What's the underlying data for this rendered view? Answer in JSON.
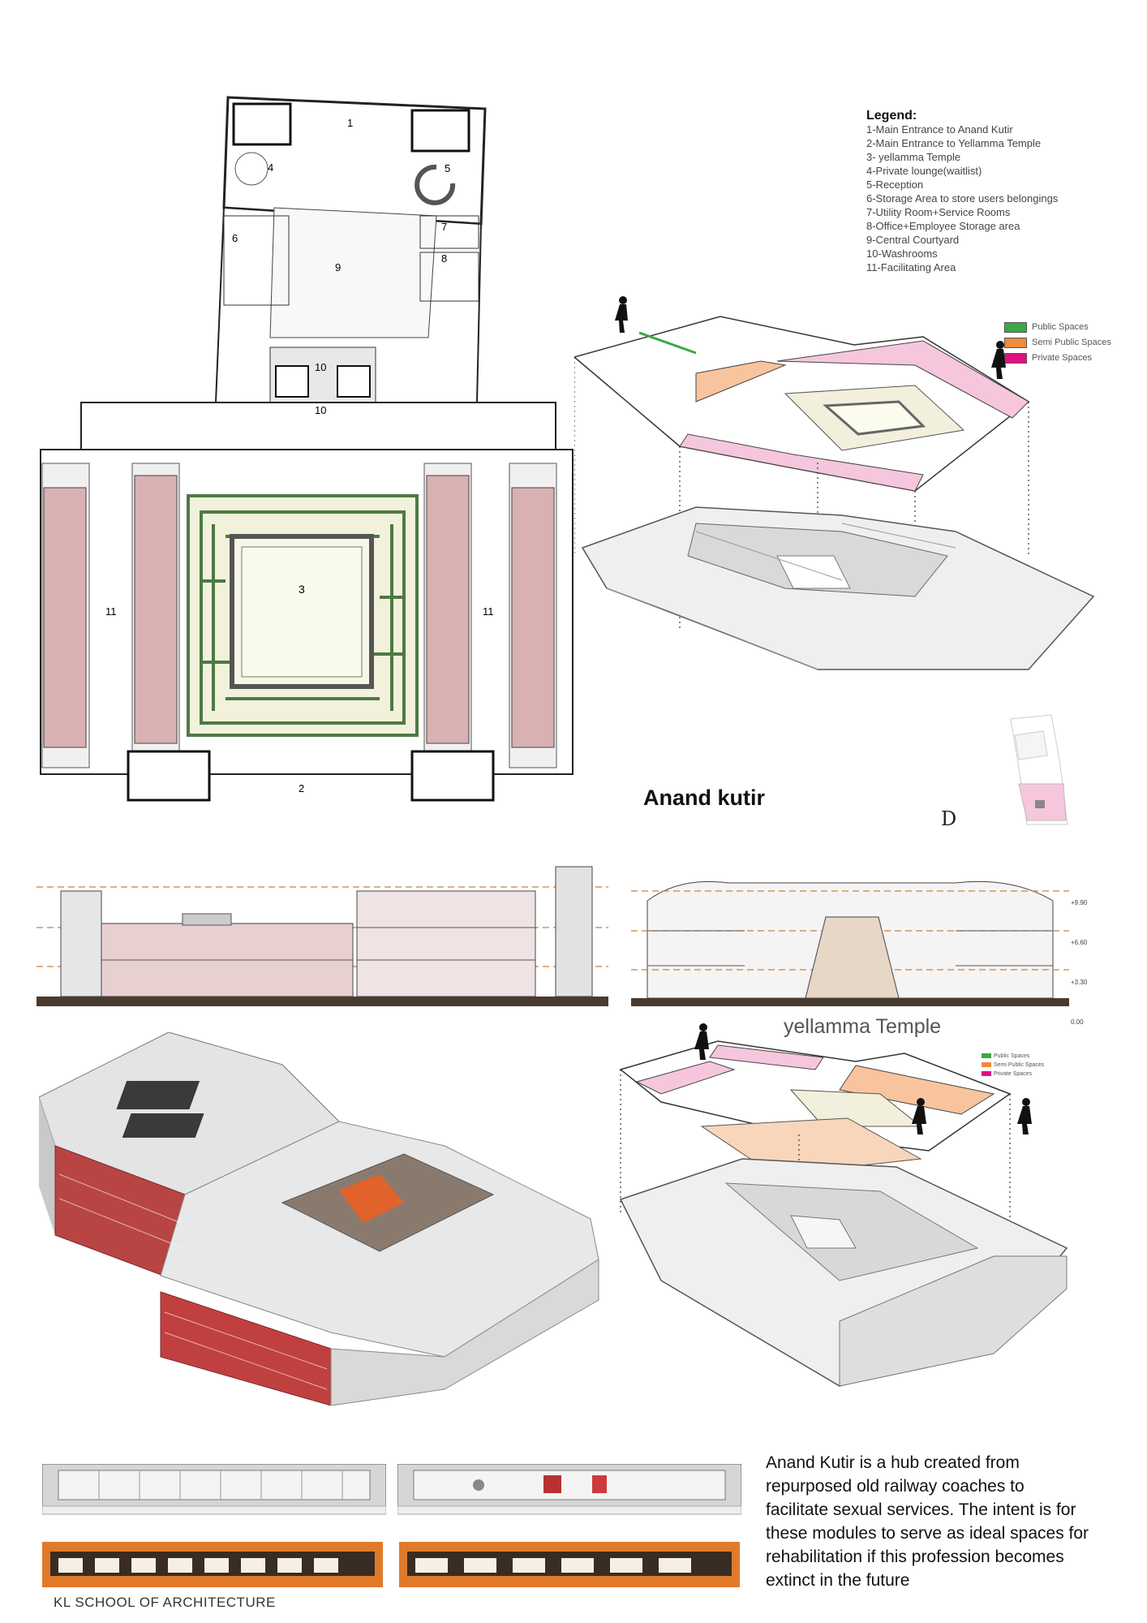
{
  "legend": {
    "title": "Legend:",
    "items": [
      "1-Main Entrance to Anand Kutir",
      "2-Main Entrance to Yellamma Temple",
      "3- yellamma Temple",
      "4-Private lounge(waitlist)",
      "5-Reception",
      "6-Storage Area to store users belongings",
      "7-Utility Room+Service Rooms",
      "8-Office+Employee Storage area",
      "9-Central Courtyard",
      "10-Washrooms",
      "11-Facilitating Area"
    ]
  },
  "zones": [
    {
      "label": "Public Spaces",
      "color": "#3aa845"
    },
    {
      "label": "Semi Public Spaces",
      "color": "#f08a3c"
    },
    {
      "label": "Private Spaces",
      "color": "#e0117f"
    }
  ],
  "plan_labels": {
    "n1": "1",
    "n2": "2",
    "n3": "3",
    "n4": "4",
    "n5": "5",
    "n6": "6",
    "n7": "7",
    "n8": "8",
    "n9": "9",
    "n10a": "10",
    "n10b": "10",
    "n11a": "11",
    "n11b": "11"
  },
  "levels": [
    "+9.90",
    "+6.60",
    "+3.30",
    "0.00"
  ],
  "title": "Anand kutir",
  "section_title": "yellamma Temple",
  "school": "KL SCHOOL OF ARCHITECTURE",
  "description": "Anand Kutir is a hub created from repurposed old railway coaches to facilitate sexual services. The intent is for these modules to serve as ideal spaces for rehabilitation if this profession becomes extinct in the future",
  "colors": {
    "plan_pink": "#d9b1b3",
    "maze_fill": "#f2f2dc",
    "maze_line": "#4d7a43",
    "brick": "#c23a3a"
  }
}
